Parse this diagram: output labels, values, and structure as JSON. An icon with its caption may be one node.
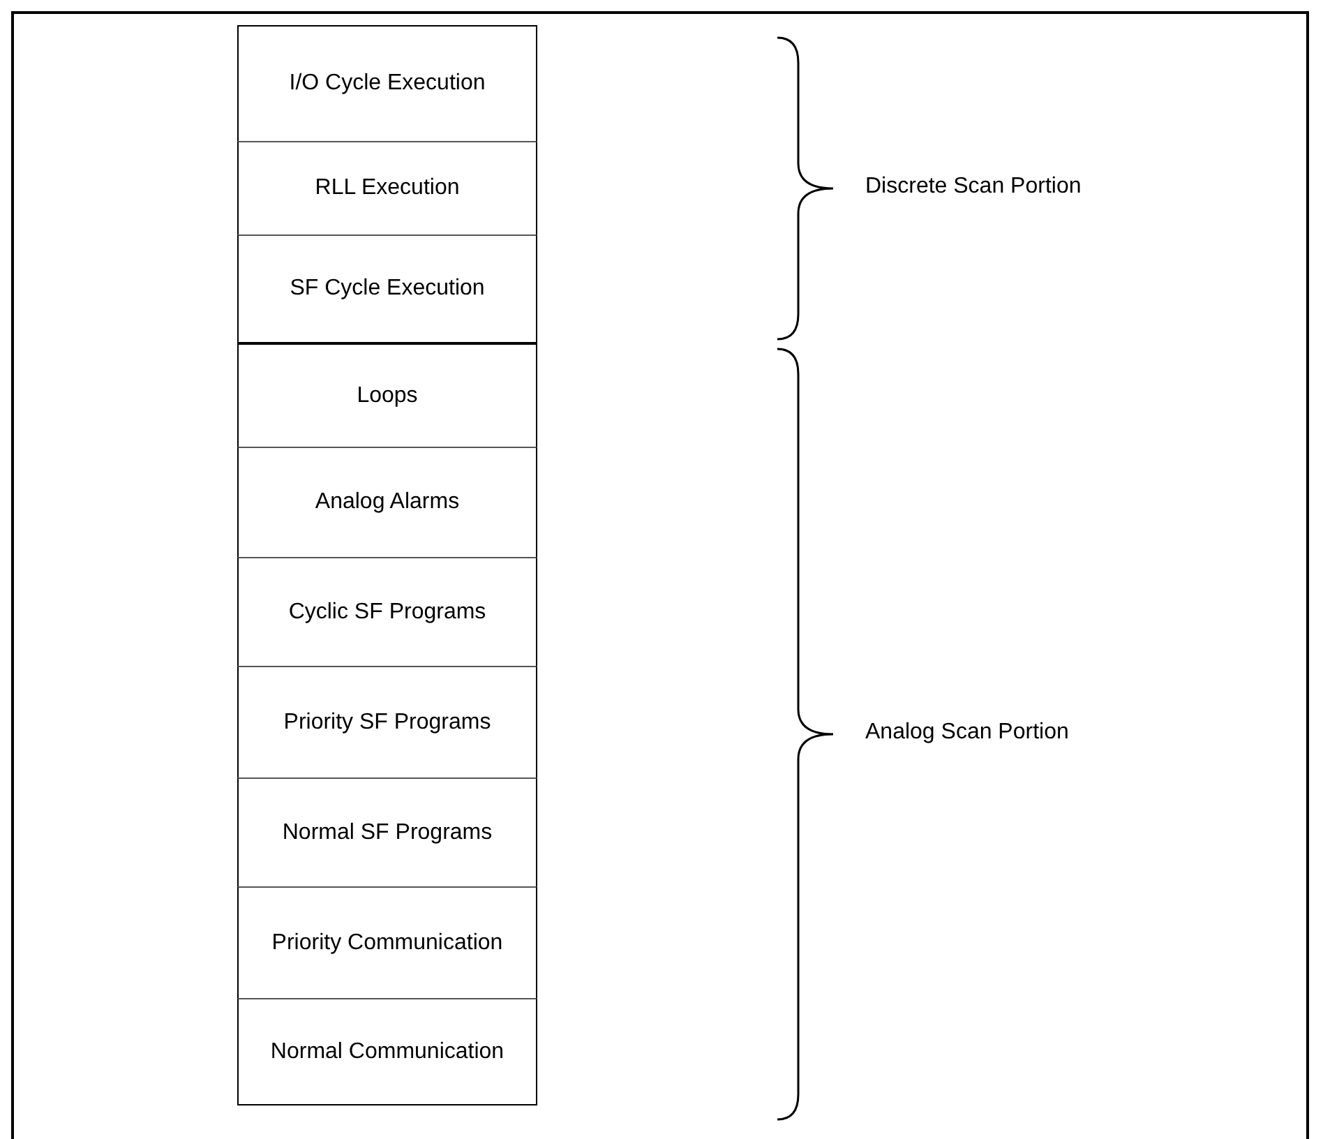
{
  "diagram": {
    "nodes": [
      {
        "text": [
          "I/O Cycle Execution"
        ]
      },
      {
        "text": [
          "RLL Execution"
        ]
      },
      {
        "text": [
          "SF Cycle Execution"
        ]
      },
      {
        "text": [
          "Loops"
        ]
      },
      {
        "text": [
          "Analog Alarms"
        ]
      },
      {
        "text": [
          "Cyclic SF Programs"
        ]
      },
      {
        "text": [
          "Priority SF Programs"
        ]
      },
      {
        "text": [
          "Normal SF Programs"
        ]
      },
      {
        "text": [
          "Priority Communication"
        ]
      },
      {
        "text": [
          "Normal Communication"
        ]
      }
    ],
    "labels": [
      "Discrete Scan Portion",
      "Analog Scan Portion"
    ]
  }
}
